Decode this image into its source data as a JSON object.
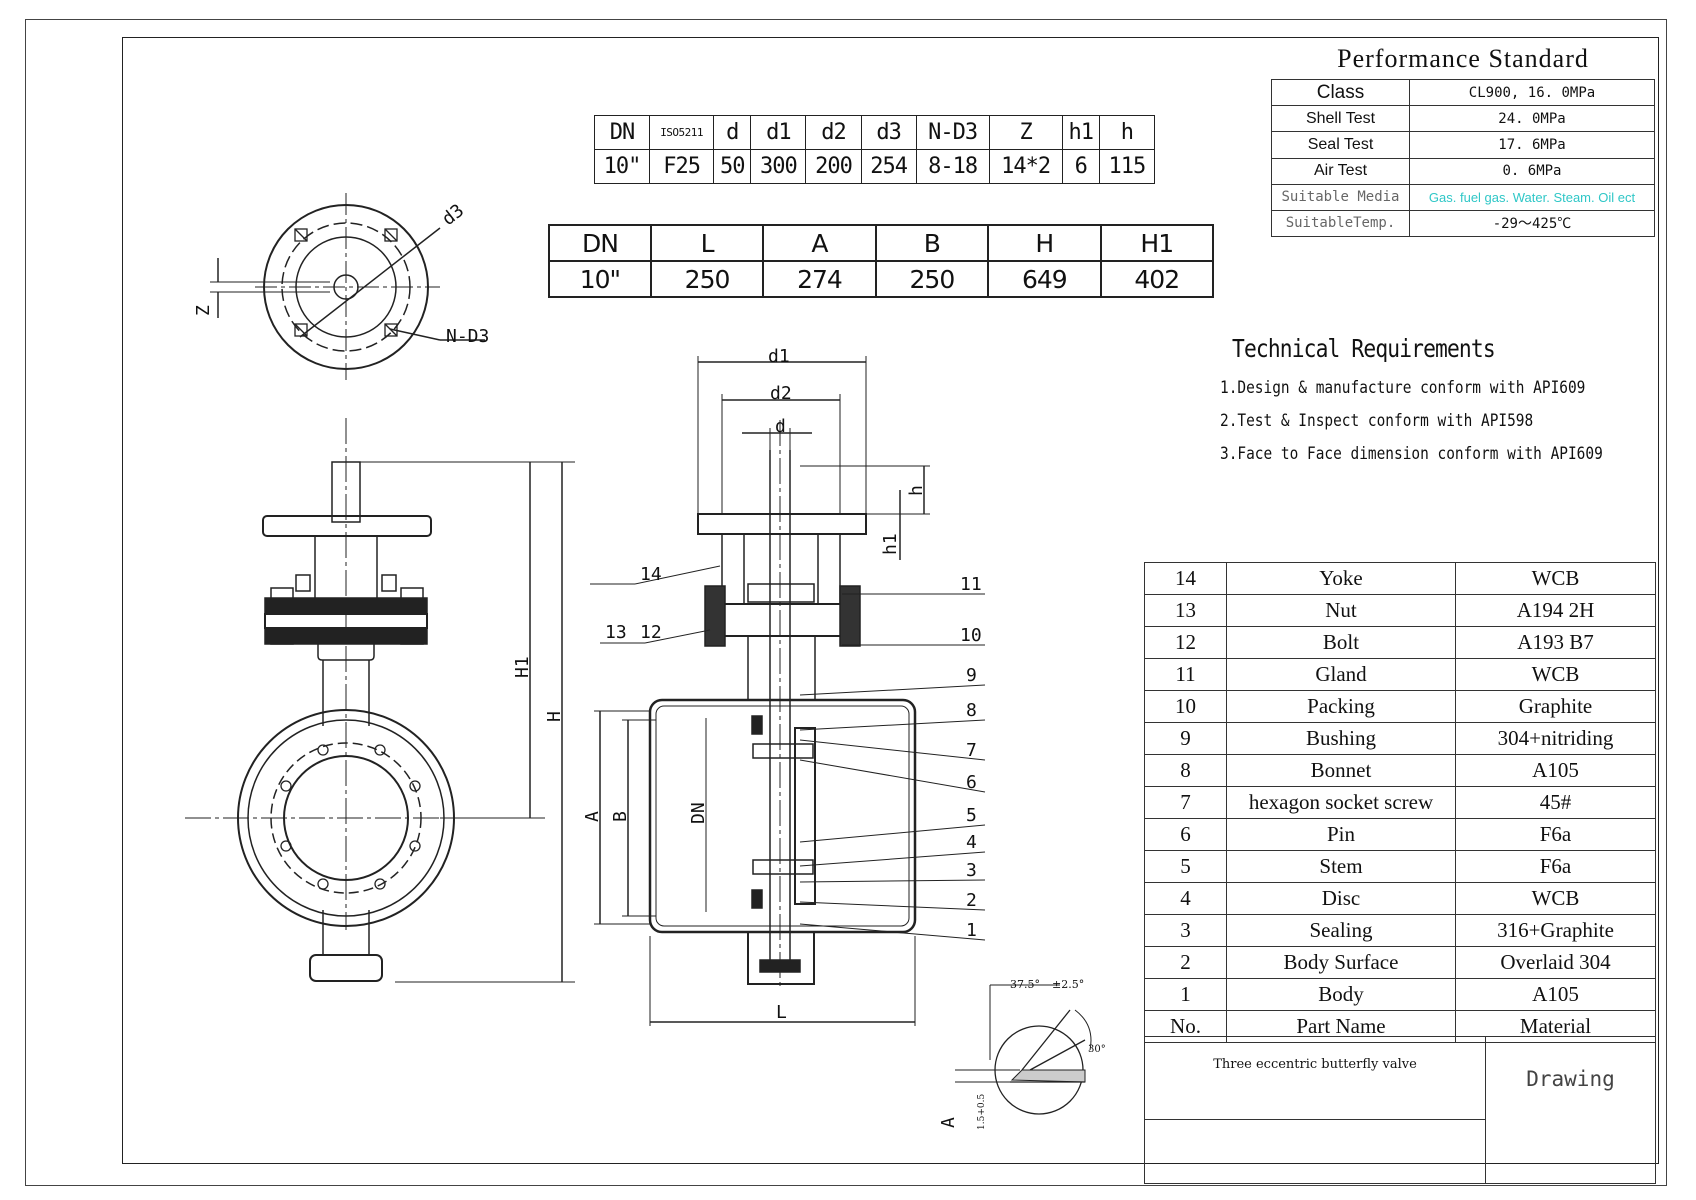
{
  "dimension_table": {
    "headers": [
      "DN",
      "ISO5211",
      "d",
      "d1",
      "d2",
      "d3",
      "N-D3",
      "Z",
      "h1",
      "h"
    ],
    "values": [
      "10\"",
      "F25",
      "50",
      "300",
      "200",
      "254",
      "8-18",
      "14*2",
      "6",
      "115"
    ]
  },
  "main_table": {
    "headers": [
      "DN",
      "L",
      "A",
      "B",
      "H",
      "H1"
    ],
    "values": [
      "10\"",
      "250",
      "274",
      "250",
      "649",
      "402"
    ]
  },
  "performance": {
    "title": "Performance Standard",
    "rows": [
      {
        "label": "Class",
        "value": "CL900, 16. 0MPa"
      },
      {
        "label": "Shell Test",
        "value": "24. 0MPa"
      },
      {
        "label": "Seal Test",
        "value": "17. 6MPa"
      },
      {
        "label": "Air Test",
        "value": "0. 6MPa"
      },
      {
        "label": "Suitable Media",
        "value": "Gas. fuel gas. Water. Steam. Oil ect"
      },
      {
        "label": "SuitableTemp.",
        "value": "-29～425℃"
      }
    ],
    "media_color": "#2fc7c7"
  },
  "technical": {
    "title": "Technical Requirements",
    "items": [
      "1.Design & manufacture conform with API609",
      "2.Test & Inspect conform with API598",
      "3.Face to Face dimension conform with API609"
    ]
  },
  "parts": {
    "rows": [
      {
        "no": "14",
        "name": "Yoke",
        "material": "WCB"
      },
      {
        "no": "13",
        "name": "Nut",
        "material": "A194 2H"
      },
      {
        "no": "12",
        "name": "Bolt",
        "material": "A193 B7"
      },
      {
        "no": "11",
        "name": "Gland",
        "material": "WCB"
      },
      {
        "no": "10",
        "name": "Packing",
        "material": "Graphite"
      },
      {
        "no": "9",
        "name": "Bushing",
        "material": "304+nitriding"
      },
      {
        "no": "8",
        "name": "Bonnet",
        "material": "A105"
      },
      {
        "no": "7",
        "name": "hexagon socket screw",
        "material": "45#"
      },
      {
        "no": "6",
        "name": "Pin",
        "material": "F6a"
      },
      {
        "no": "5",
        "name": "Stem",
        "material": "F6a"
      },
      {
        "no": "4",
        "name": "Disc",
        "material": "WCB"
      },
      {
        "no": "3",
        "name": "Sealing",
        "material": "316+Graphite"
      },
      {
        "no": "2",
        "name": "Body Surface",
        "material": "Overlaid 304"
      },
      {
        "no": "1",
        "name": "Body",
        "material": "A105"
      }
    ],
    "header": {
      "no": "No.",
      "name": "Part Name",
      "material": "Material"
    }
  },
  "title_block": {
    "name": "Three eccentric butterfly valve",
    "drawing": "Drawing"
  },
  "drawing_labels": {
    "d3": "d3",
    "z": "Z",
    "nd3": "N-D3",
    "d1": "d1",
    "d2": "d2",
    "d": "d",
    "h": "h",
    "h1": "h1",
    "H": "H",
    "H1": "H1",
    "A": "A",
    "B": "B",
    "DN": "DN",
    "L": "L",
    "angle1": "37.5°",
    "tol": "±2.5°",
    "angle2": "30°",
    "seal": "1.5+0.5",
    "detailA": "A",
    "callouts": [
      "14",
      "13",
      "12",
      "11",
      "10",
      "9",
      "8",
      "7",
      "6",
      "5",
      "4",
      "3",
      "2",
      "1"
    ]
  }
}
